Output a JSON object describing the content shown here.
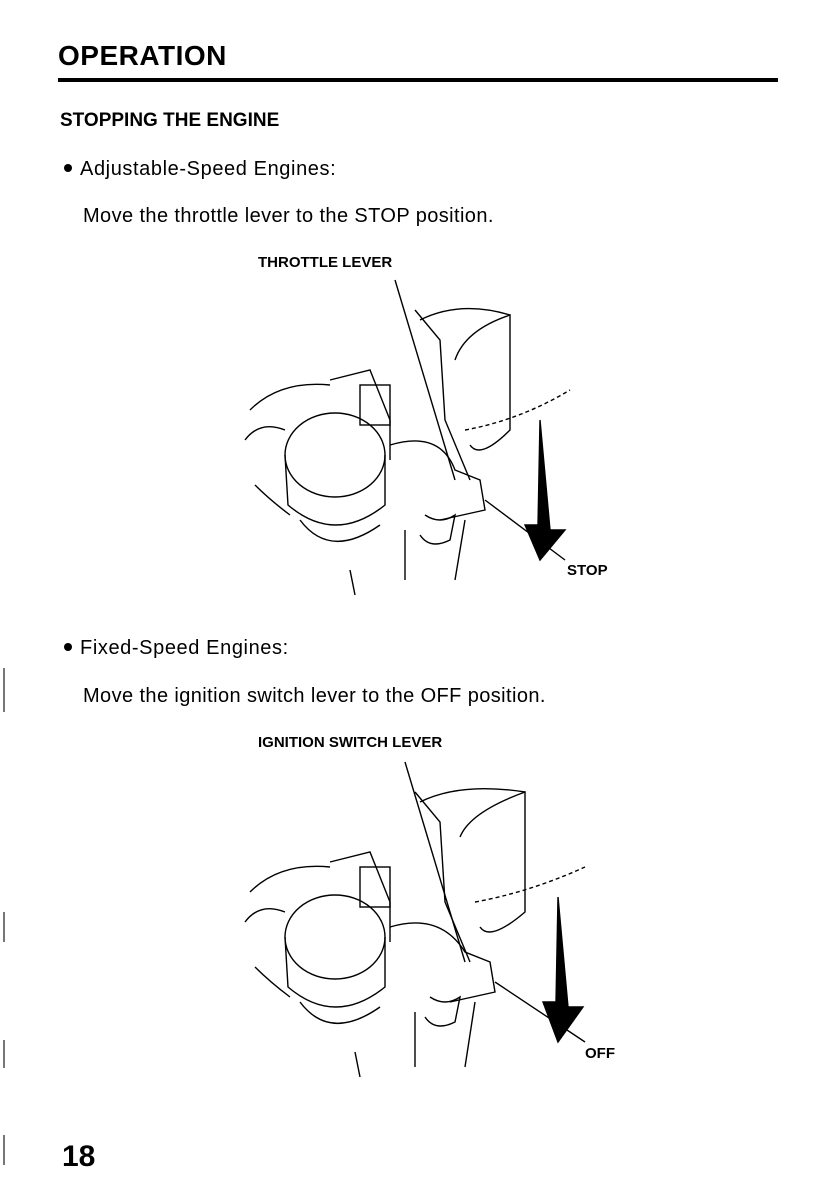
{
  "header": {
    "title": "OPERATION"
  },
  "section": {
    "title": "STOPPING THE ENGINE"
  },
  "adjustable": {
    "heading": "Adjustable-Speed Engines:",
    "instruction": "Move the throttle lever to the STOP position.",
    "callout_top": "THROTTLE LEVER",
    "callout_side": "STOP"
  },
  "fixed": {
    "heading": "Fixed-Speed Engines:",
    "instruction": "Move the ignition switch lever to the OFF position.",
    "callout_top": "IGNITION SWITCH LEVER",
    "callout_side": "OFF"
  },
  "footer": {
    "page_number": "18"
  }
}
